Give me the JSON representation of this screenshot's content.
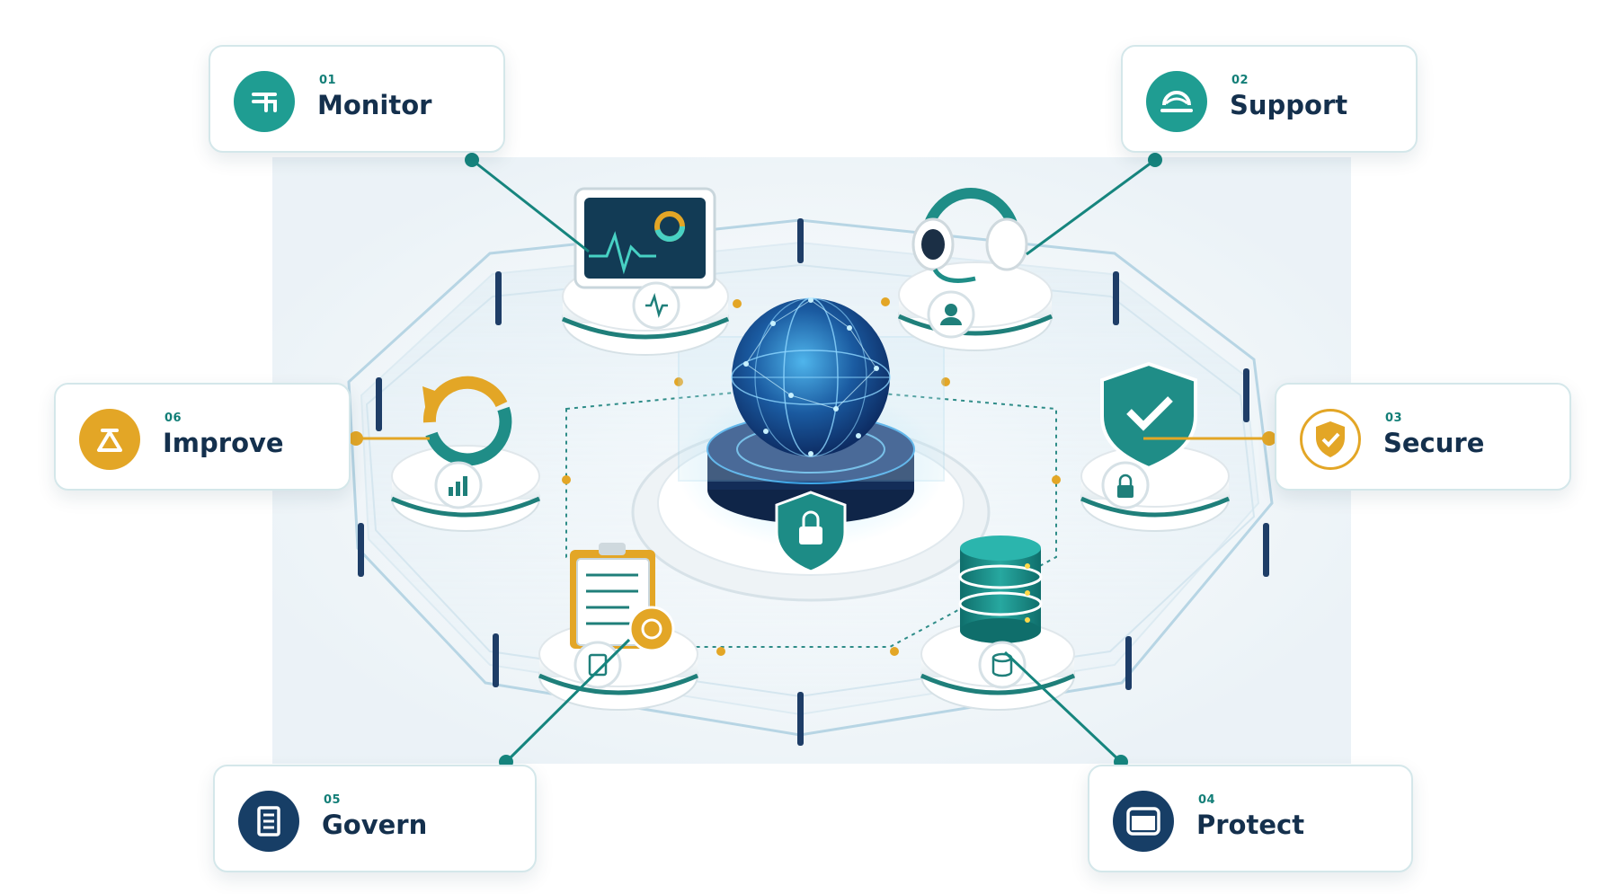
{
  "steps": [
    {
      "number": "01",
      "label": "Monitor",
      "icon": "pulse-monitor-icon",
      "color": "#1f9d92"
    },
    {
      "number": "02",
      "label": "Support",
      "icon": "headset-icon",
      "color": "#1f9d92"
    },
    {
      "number": "03",
      "label": "Secure",
      "icon": "shield-check-icon",
      "color": "#e3a626"
    },
    {
      "number": "04",
      "label": "Protect",
      "icon": "server-icon",
      "color": "#173e66"
    },
    {
      "number": "05",
      "label": "Govern",
      "icon": "document-icon",
      "color": "#173e66"
    },
    {
      "number": "06",
      "label": "Improve",
      "icon": "cycle-icon",
      "color": "#e3a626"
    }
  ],
  "center": {
    "icon": "globe-network-icon",
    "badge_icon": "padlock-shield-icon"
  },
  "colors": {
    "teal": "#1f9d92",
    "navy": "#173e66",
    "gold": "#e3a626",
    "cyan_glow": "#38b8f2"
  }
}
